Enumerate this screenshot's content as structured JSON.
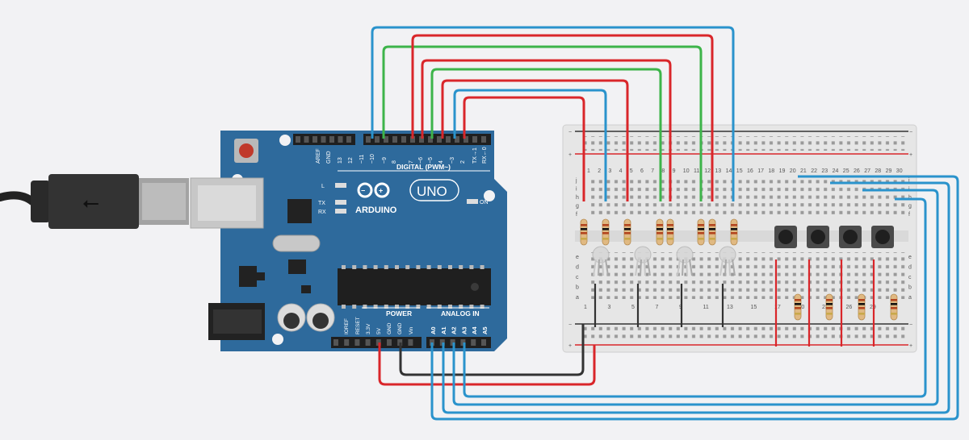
{
  "board": {
    "brand": "ARDUINO",
    "model": "UNO",
    "digital_header": "DIGITAL (PWM~)",
    "power_header": "POWER",
    "analog_header": "ANALOG IN",
    "on_label": "ON",
    "led_l": "L",
    "led_tx": "TX",
    "led_rx": "RX",
    "digital_pins": [
      "AREF",
      "GND",
      "13",
      "12",
      "~11",
      "~10",
      "~9",
      "8",
      "7",
      "~6",
      "~5",
      "4",
      "~3",
      "2",
      "TX→1",
      "RX←0"
    ],
    "power_pins": [
      "IOREF",
      "RESET",
      "3.3V",
      "5V",
      "GND",
      "GND",
      "Vin"
    ],
    "analog_pins": [
      "A0",
      "A1",
      "A2",
      "A3",
      "A4",
      "A5"
    ]
  },
  "breadboard": {
    "row_letters_top": [
      "j",
      "i",
      "h",
      "g",
      "f"
    ],
    "row_letters_bottom": [
      "e",
      "d",
      "c",
      "b",
      "a"
    ],
    "top_numbers": [
      "1",
      "2",
      "3",
      "4",
      "5",
      "6",
      "7",
      "8",
      "9",
      "10",
      "11",
      "12",
      "13",
      "14",
      "15",
      "16",
      "17",
      "18",
      "19",
      "20",
      "21",
      "22",
      "23",
      "24",
      "25",
      "26",
      "27",
      "28",
      "29",
      "30"
    ],
    "bottom_numbers": [
      "1",
      "3",
      "5",
      "7",
      "9",
      "11",
      "13",
      "15",
      "17",
      "20",
      "23",
      "26",
      "29"
    ],
    "rail_plus": "+",
    "rail_minus": "−"
  },
  "colors": {
    "board": "#2e6a9c",
    "wire_red": "#d9262a",
    "wire_blue": "#2a93cc",
    "wire_green": "#3db44a",
    "wire_black": "#333333"
  }
}
